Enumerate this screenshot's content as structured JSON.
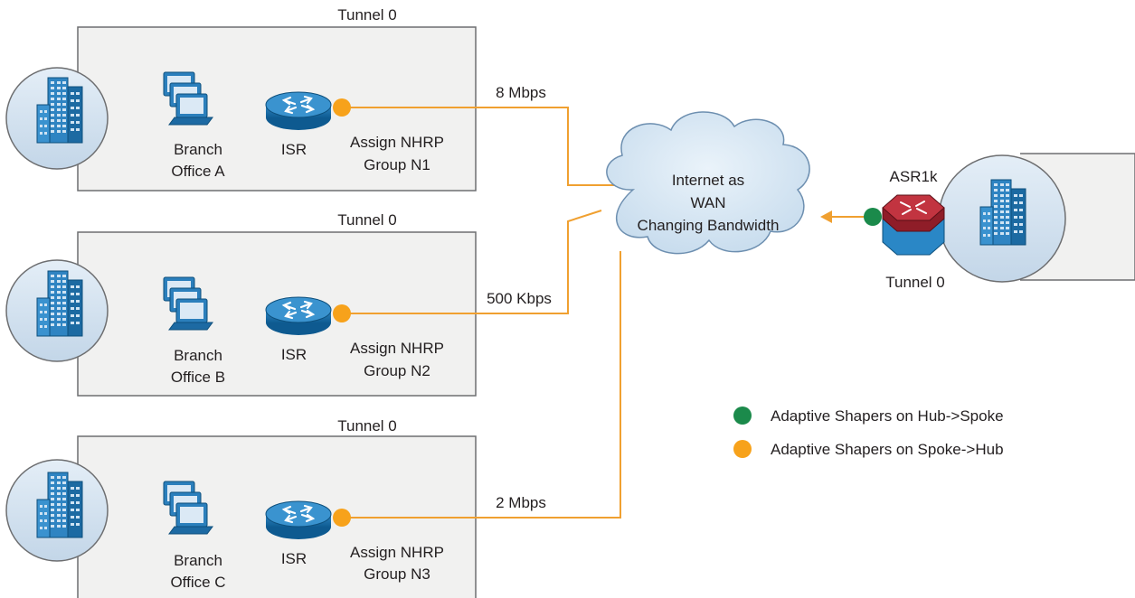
{
  "branches": [
    {
      "tunnel": "Tunnel 0",
      "office_line1": "Branch",
      "office_line2": "Office A",
      "router": "ISR",
      "nhrp_line1": "Assign NHRP",
      "nhrp_line2": "Group N1",
      "bandwidth": "8 Mbps"
    },
    {
      "tunnel": "Tunnel 0",
      "office_line1": "Branch",
      "office_line2": "Office B",
      "router": "ISR",
      "nhrp_line1": "Assign NHRP",
      "nhrp_line2": "Group N2",
      "bandwidth": "500 Kbps"
    },
    {
      "tunnel": "Tunnel 0",
      "office_line1": "Branch",
      "office_line2": "Office C",
      "router": "ISR",
      "nhrp_line1": "Assign NHRP",
      "nhrp_line2": "Group N3",
      "bandwidth": "2 Mbps"
    }
  ],
  "cloud": {
    "line1": "Internet as",
    "line2": "WAN",
    "line3": "Changing Bandwidth"
  },
  "hub": {
    "router": "ASR1k",
    "tunnel": "Tunnel 0"
  },
  "legend": [
    {
      "label": "Adaptive Shapers on Hub->Spoke",
      "color": "#1b8a4b"
    },
    {
      "label": "Adaptive Shapers on Spoke->Hub",
      "color": "#f7a21b"
    }
  ],
  "colors": {
    "link": "#f0a030",
    "spoke_shaper": "#f7a21b",
    "hub_shaper": "#1b8a4b",
    "building_blue": "#1f79b4",
    "cloud_fill": "#d6e7f3"
  }
}
